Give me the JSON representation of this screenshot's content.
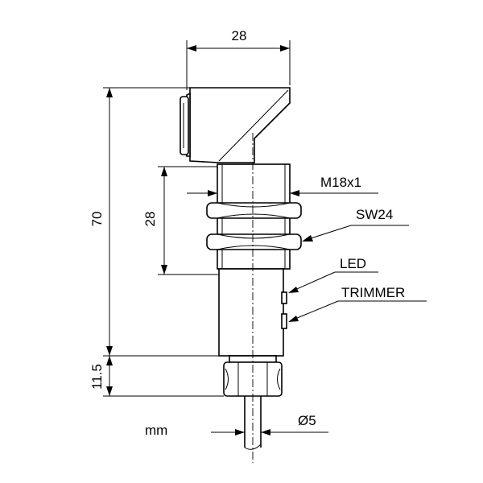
{
  "dimensions": {
    "top_width": "28",
    "overall_length": "70",
    "thread_length": "28",
    "nut_height": "11.5",
    "cable_diameter": "Ø5"
  },
  "labels": {
    "thread": "M18x1",
    "wrench_size": "SW24",
    "led": "LED",
    "trimmer": "TRIMMER",
    "unit": "mm"
  },
  "colors": {
    "line": "#000000",
    "background": "#ffffff"
  }
}
